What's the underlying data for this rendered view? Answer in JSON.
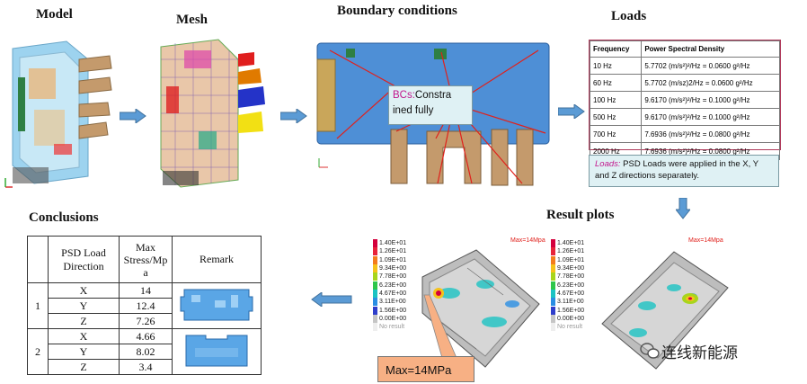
{
  "titles": {
    "model": "Model",
    "mesh": "Mesh",
    "boundary": "Boundary conditions",
    "loads": "Loads",
    "results": "Result plots",
    "conclusions": "Conclusions"
  },
  "bcs_note": {
    "keyword": "BCs:",
    "line1": "Constra",
    "line2": "ined fully"
  },
  "loads_table": {
    "headers": [
      "Frequency",
      "Power Spectral Density"
    ],
    "rows": [
      [
        "10 Hz",
        "5.7702 (m/s²)²/Hz = 0.0600 g²/Hz"
      ],
      [
        "60 Hz",
        "5.7702 (m/sz)2/Hz = 0.0600 g²/Hz"
      ],
      [
        "100 Hz",
        "9.6170 (m/s²)²/Hz = 0.1000 g²/Hz"
      ],
      [
        "500 Hz",
        "9.6170 (m/s²)²/Hz = 0.1000 g²/Hz"
      ],
      [
        "700 Hz",
        "7.6936 (m/s²)²/Hz = 0.0800 g²/Hz"
      ],
      [
        "2000 Hz",
        "7.6936 (m/s²)²/Hz = 0.0800 g²/Hz"
      ]
    ]
  },
  "loads_note": {
    "keyword": "Loads:",
    "text": " PSD Loads were applied in the X, Y and Z directions separately."
  },
  "conclusions_table": {
    "header_direction_l1": "PSD Load",
    "header_direction_l2": "Direction",
    "header_stress_l1": "Max",
    "header_stress_l2": "Stress/Mp",
    "header_stress_l3": "a",
    "header_remark": "Remark",
    "groups": [
      {
        "id": "1",
        "rows": [
          {
            "dir": "X",
            "stress": "14"
          },
          {
            "dir": "Y",
            "stress": "12.4"
          },
          {
            "dir": "Z",
            "stress": "7.26"
          }
        ]
      },
      {
        "id": "2",
        "rows": [
          {
            "dir": "X",
            "stress": "4.66"
          },
          {
            "dir": "Y",
            "stress": "8.02"
          },
          {
            "dir": "Z",
            "stress": "3.4"
          }
        ]
      }
    ]
  },
  "result_plots": {
    "legend_values": [
      "1.40E+01",
      "1.26E+01",
      "1.09E+01",
      "9.34E+00",
      "7.78E+00",
      "6.23E+00",
      "4.67E+00",
      "3.11E+00",
      "1.56E+00",
      "0.00E+00"
    ],
    "legend_colors": [
      "#d4003c",
      "#e8233a",
      "#f47c1c",
      "#f6c21a",
      "#a8d51c",
      "#2ec64a",
      "#1bc3c3",
      "#2a8ee3",
      "#2f3ecb",
      "#c5c5c5"
    ],
    "no_result": "No result",
    "max_label": "Max=14Mpa",
    "callout": "Max=14MPa"
  },
  "watermark": "连线新能源",
  "colors": {
    "arrow": "#5b9bd5",
    "callout": "#f7b084",
    "note_bg": "#dff1f4",
    "board": "#4e8fd6"
  }
}
